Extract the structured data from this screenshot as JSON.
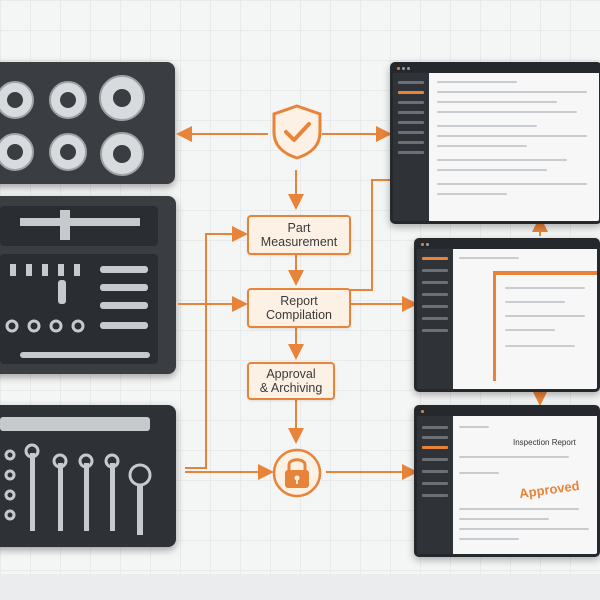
{
  "steps": {
    "part_measurement": {
      "line1": "Part",
      "line2": "Measurement"
    },
    "report_compilation": {
      "line1": "Report",
      "line2": "Compilation"
    },
    "approval_archiving": {
      "line1": "Approval",
      "line2": "& Archiving"
    }
  },
  "screens": {
    "inspection": {
      "title": "Inspection Report",
      "stamp": "Approved"
    }
  },
  "colors": {
    "accent": "#e8843a",
    "panel": "#3a3e43",
    "background": "#f4f5f5"
  },
  "icons": {
    "top": "shield-check-icon",
    "bottom": "padlock-icon"
  }
}
